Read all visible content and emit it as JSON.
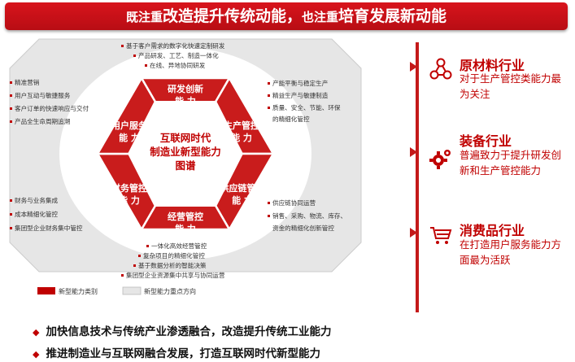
{
  "banner": {
    "part1": "既注重",
    "part2": "改造提升传统动能，",
    "part3": "也注重",
    "part4": "培育发展新动能"
  },
  "center": {
    "line1": "互联网时代",
    "line2": "制造业新型能力",
    "line3": "图谱"
  },
  "hexes": [
    {
      "line1": "研发创新",
      "line2": "能 力"
    },
    {
      "line1": "生产管控",
      "line2": "能 力"
    },
    {
      "line1": "供应链管理",
      "line2": "能 力"
    },
    {
      "line1": "经营管控",
      "line2": "能 力"
    },
    {
      "line1": "财务管控",
      "line2": "能 力"
    },
    {
      "line1": "用户服务",
      "line2": "能 力"
    }
  ],
  "directions": {
    "top": [
      "基于客户需求的数字化快速定制研发",
      "产品研发、工艺、制造一体化",
      "在线、异地协同研发"
    ],
    "top_right": [
      "产能平衡与稳定生产",
      "精益生产与敏捷制造",
      "质量、安全、节能、环保",
      "的精细化管控"
    ],
    "bottom_right": [
      "供应链协同运营",
      "销售、采购、物流、库存、",
      "资金的精细化创新管控"
    ],
    "bottom": [
      "一体化高效经营管控",
      "复杂项目的精细化管控",
      "基于数据分析的智能决策",
      "集团型企业资源集中共享与协同运营"
    ],
    "bottom_left": [
      "财务与业务集成",
      "成本精细化管控",
      "集团型企业财务集中管控"
    ],
    "top_left": [
      "精准营销",
      "用户互动与敏捷服务",
      "客户订单的快速响应与交付",
      "产品全生命周期追溯"
    ]
  },
  "legend": {
    "type": "新型能力类别",
    "focus": "新型能力重点方向"
  },
  "industries": [
    {
      "icon": "molecule-icon",
      "title": "原材料行业",
      "desc": "对于生产管控类能力最为关注"
    },
    {
      "icon": "gear-icon",
      "title": "装备行业",
      "desc": "普遍致力于提升研发创新和生产管控能力"
    },
    {
      "icon": "cart-icon",
      "title": "消费品行业",
      "desc": "在打造用户服务能力方面最为活跃"
    }
  ],
  "bottom_points": [
    "加快信息技术与传统产业渗透融合，改造提升传统工业能力",
    "推进制造业与互联网融合发展，打造互联网时代新型能力"
  ],
  "colors": {
    "accent": "#c00000",
    "banner": "#d8141c",
    "panel": "#e6e6e6"
  }
}
